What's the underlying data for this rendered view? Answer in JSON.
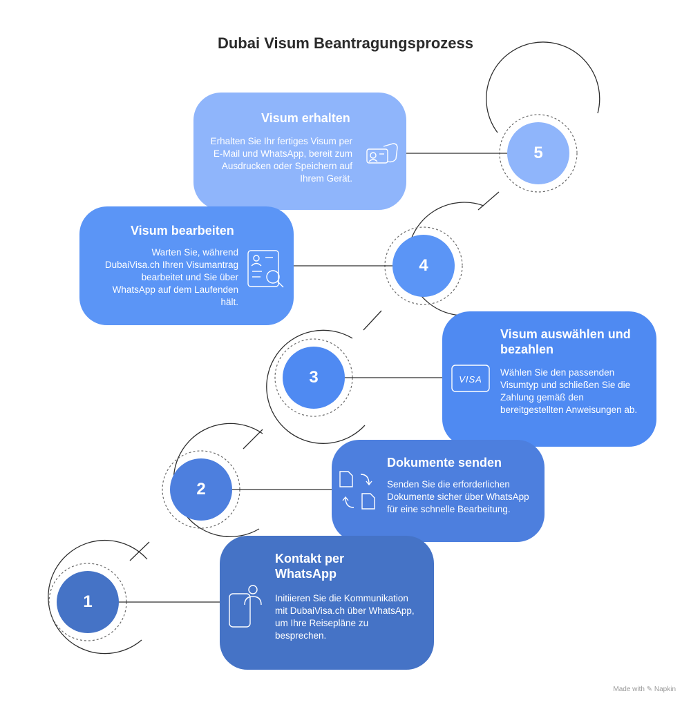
{
  "title": "Dubai Visum Beantragungsprozess",
  "steps": [
    {
      "number": "1",
      "title": "Kontakt per WhatsApp",
      "text": "Initiieren Sie die Kommunikation mit DubaiVisa.ch über WhatsApp, um Ihre Reisepläne zu besprechen.",
      "icon": "person-phone-icon",
      "color": "#4573c6"
    },
    {
      "number": "2",
      "title": "Dokumente senden",
      "text": "Senden Sie die erforderlichen Dokumente sicher über WhatsApp für eine schnelle Bearbeitung.",
      "icon": "document-exchange-icon",
      "color": "#4d7fde"
    },
    {
      "number": "3",
      "title": "Visum auswählen und bezahlen",
      "text": "Wählen Sie den passenden Visumtyp und schließen Sie die Zahlung gemäß den bereitgestellten Anweisungen ab.",
      "icon": "visa-card-icon",
      "color": "#4f8af2"
    },
    {
      "number": "4",
      "title": "Visum bearbeiten",
      "text": "Warten Sie, während DubaiVisa.ch Ihren Visumantrag bearbeitet und Sie über WhatsApp auf dem Laufenden hält.",
      "icon": "id-search-icon",
      "color": "#5b95f6"
    },
    {
      "number": "5",
      "title": "Visum erhalten",
      "text": "Erhalten Sie Ihr fertiges Visum per E-Mail und WhatsApp, bereit zum Ausdrucken oder Speichern auf Ihrem Gerät.",
      "icon": "id-card-hand-icon",
      "color": "#8fb5fb"
    }
  ],
  "footer": "Made with ✎ Napkin"
}
